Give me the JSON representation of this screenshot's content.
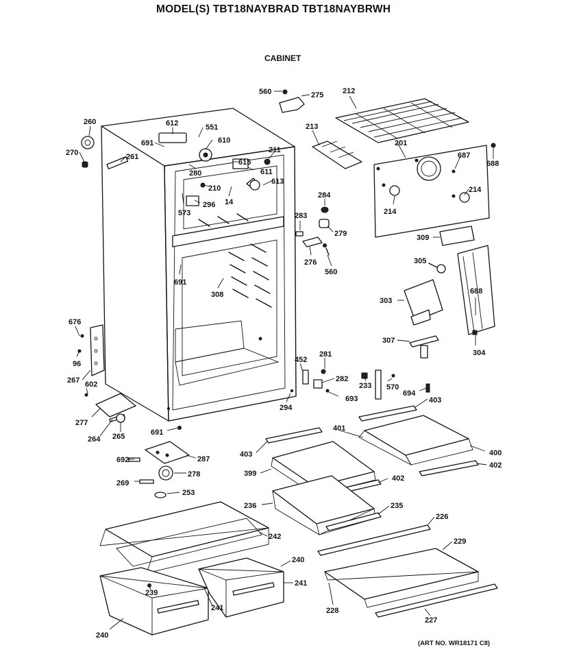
{
  "header": {
    "model_title": "MODEL(S) TBT18NAYBRAD  TBT18NAYBRWH",
    "section_title": "CABINET"
  },
  "footer": {
    "art_number": "(ART NO. WR18171 C8)"
  },
  "callouts": [
    "560",
    "275",
    "212",
    "260",
    "612",
    "551",
    "213",
    "270",
    "691",
    "610",
    "201",
    "211",
    "687",
    "688",
    "261",
    "615",
    "280",
    "611",
    "613",
    "210",
    "284",
    "214",
    "214",
    "296",
    "14",
    "573",
    "283",
    "279",
    "309",
    "276",
    "560",
    "305",
    "691",
    "308",
    "688",
    "303",
    "676",
    "96",
    "307",
    "304",
    "452",
    "281",
    "267",
    "602",
    "282",
    "233",
    "570",
    "693",
    "694",
    "403",
    "294",
    "277",
    "264",
    "265",
    "691",
    "401",
    "400",
    "403",
    "692",
    "287",
    "402",
    "399",
    "269",
    "278",
    "402",
    "253",
    "236",
    "235",
    "226",
    "242",
    "229",
    "240",
    "241",
    "239",
    "241",
    "228",
    "227",
    "240"
  ]
}
